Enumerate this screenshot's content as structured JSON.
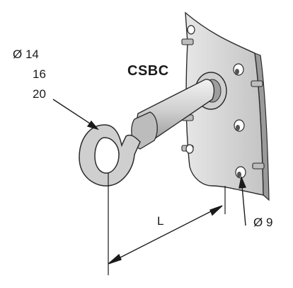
{
  "labels": {
    "model": "CSBC",
    "ring_diameter_1": "Ø 14",
    "ring_diameter_2": "16",
    "ring_diameter_3": "20",
    "length": "L",
    "hole_diameter": "Ø 9"
  },
  "colors": {
    "metal_fill": "#d9d9d9",
    "metal_shade": "#a8a8a8",
    "outline": "#2b2b2b",
    "text": "#1a1a1a"
  }
}
